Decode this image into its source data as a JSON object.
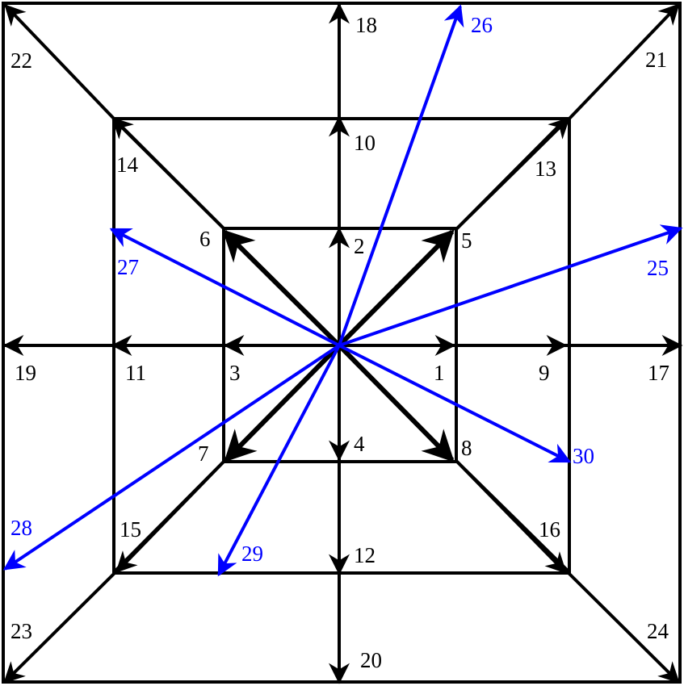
{
  "colors": {
    "black": "#000000",
    "blue": "#0000ff",
    "background": "#ffffff"
  },
  "direction_labels": {
    "d1": "1",
    "d2": "2",
    "d3": "3",
    "d4": "4",
    "d5": "5",
    "d6": "6",
    "d7": "7",
    "d8": "8",
    "d9": "9",
    "d10": "10",
    "d11": "11",
    "d12": "12",
    "d13": "13",
    "d14": "14",
    "d15": "15",
    "d16": "16",
    "d17": "17",
    "d18": "18",
    "d19": "19",
    "d20": "20",
    "d21": "21",
    "d22": "22",
    "d23": "23",
    "d24": "24",
    "d25": "25",
    "d26": "26",
    "d27": "27",
    "d28": "28",
    "d29": "29",
    "d30": "30"
  }
}
